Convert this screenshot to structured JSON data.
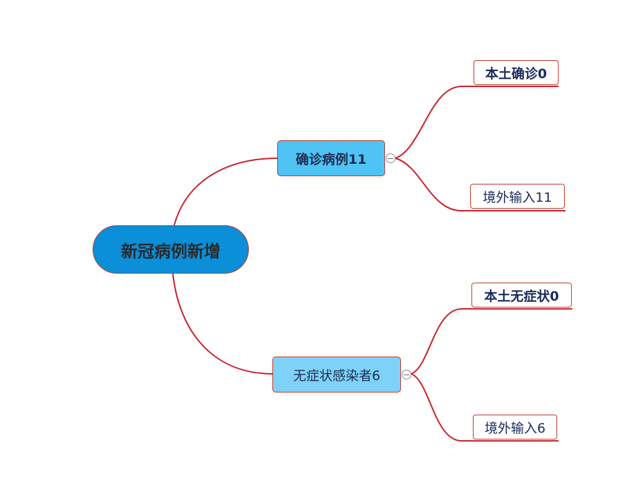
{
  "mindmap": {
    "root": {
      "label": "新冠病例新增"
    },
    "branches": [
      {
        "label": "确诊病例11",
        "children": [
          {
            "label": "本土确诊0"
          },
          {
            "label": "境外输入11"
          }
        ]
      },
      {
        "label": "无症状感染者6",
        "children": [
          {
            "label": "本土无症状0"
          },
          {
            "label": "境外输入6"
          }
        ]
      }
    ]
  },
  "colors": {
    "connector": "#c8202a",
    "root_fill": "#0a8fd8",
    "branch1_fill": "#4fc3f4",
    "branch2_fill": "#7fd2f7",
    "node_border": "#c0392b"
  }
}
